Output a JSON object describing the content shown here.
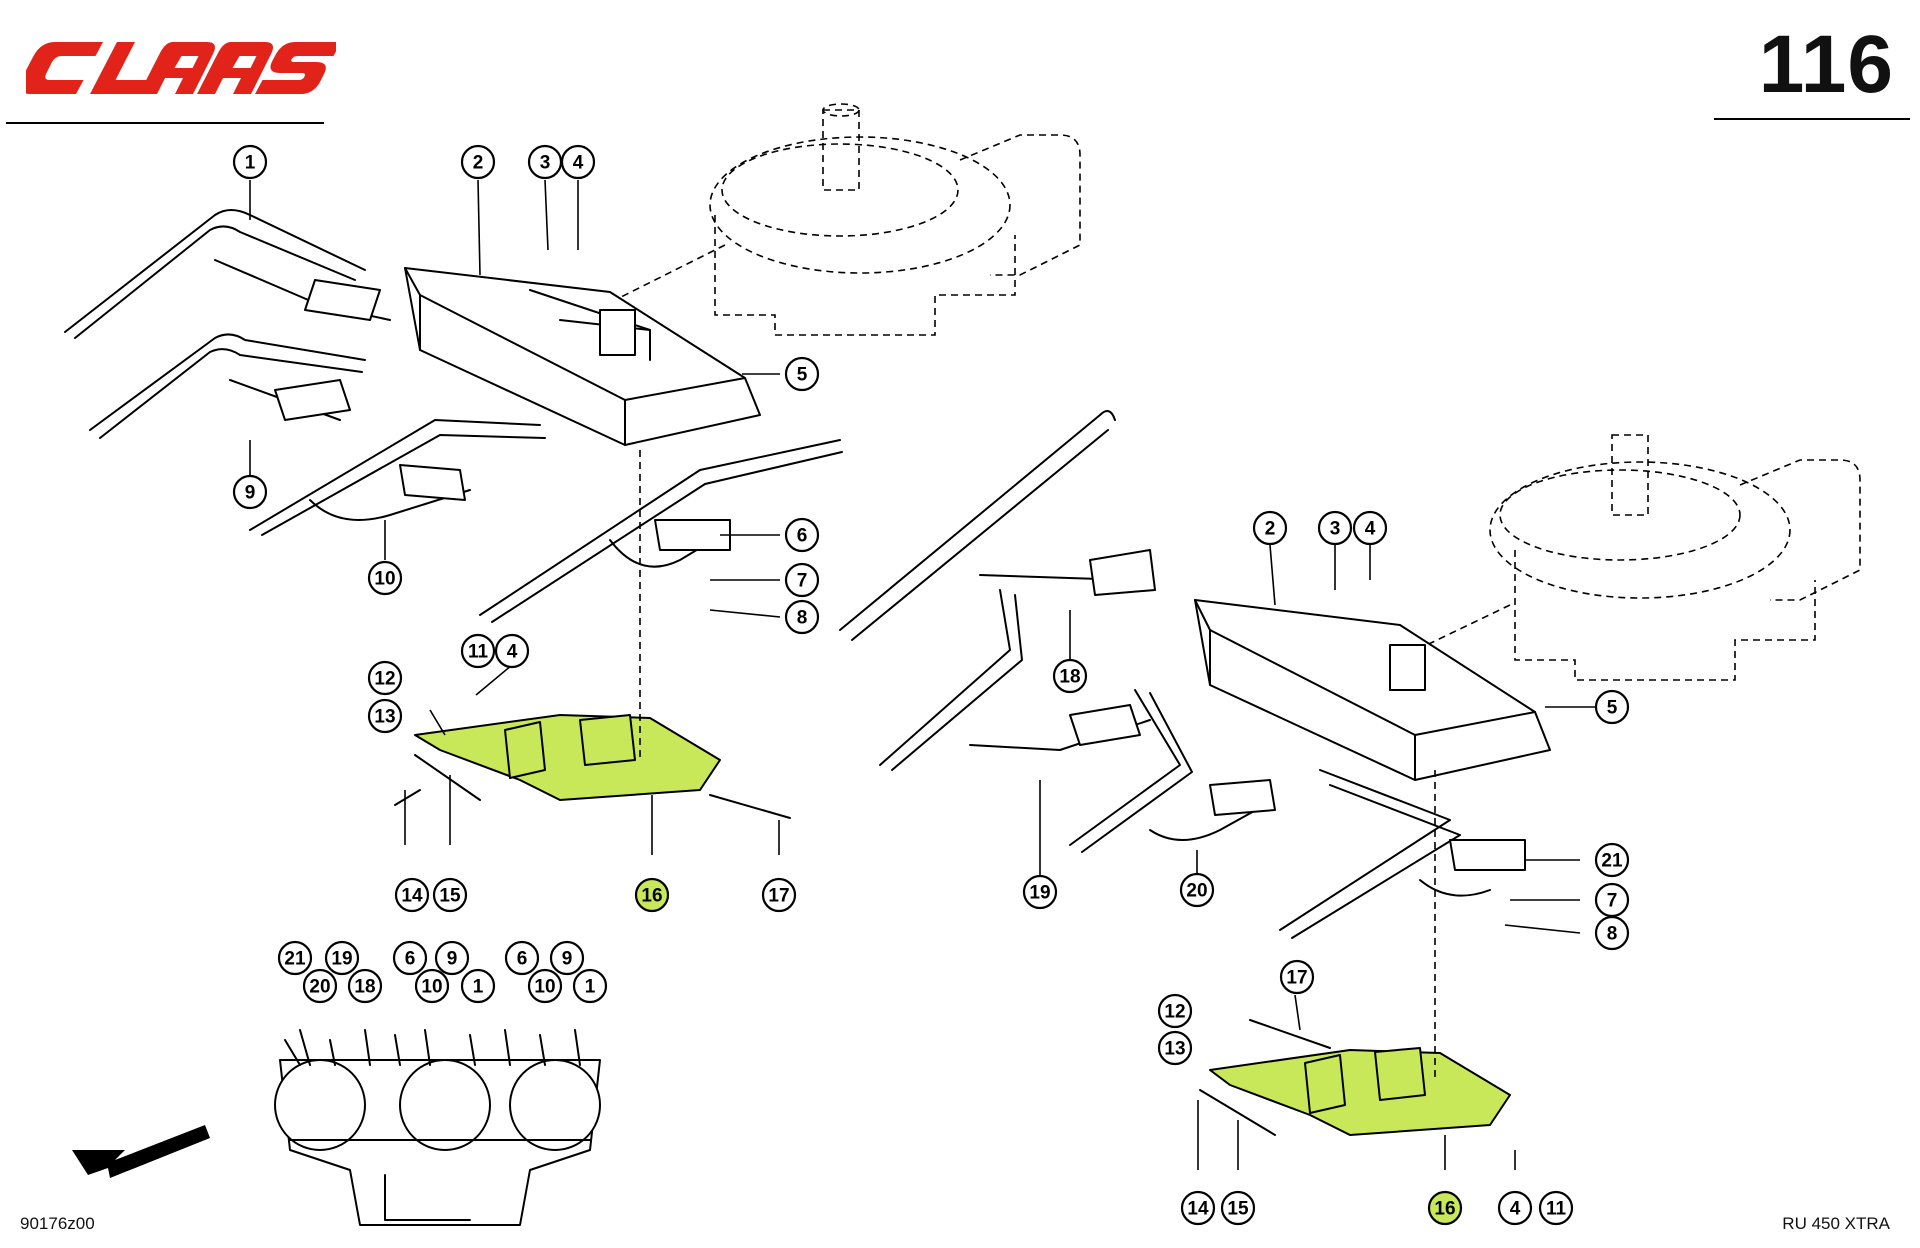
{
  "header": {
    "brand": "CLAAS",
    "brand_color": "#e2231a",
    "page_number": "116"
  },
  "footer": {
    "drawing_number": "90176z00",
    "model": "RU 450 XTRA"
  },
  "highlight_color": "#c8e85a",
  "left_assembly": {
    "callouts": [
      "1",
      "2",
      "3",
      "4",
      "5",
      "6",
      "7",
      "8",
      "9",
      "10",
      "11",
      "4",
      "12",
      "13",
      "14",
      "15",
      "16",
      "17"
    ]
  },
  "right_assembly": {
    "callouts": [
      "2",
      "3",
      "4",
      "5",
      "18",
      "19",
      "20",
      "21",
      "7",
      "8",
      "17",
      "12",
      "13",
      "14",
      "15",
      "16",
      "4",
      "11"
    ]
  },
  "overview": {
    "callouts": [
      "21",
      "19",
      "20",
      "18",
      "6",
      "9",
      "10",
      "1",
      "6",
      "9",
      "10",
      "1"
    ]
  },
  "highlighted_part": "16"
}
